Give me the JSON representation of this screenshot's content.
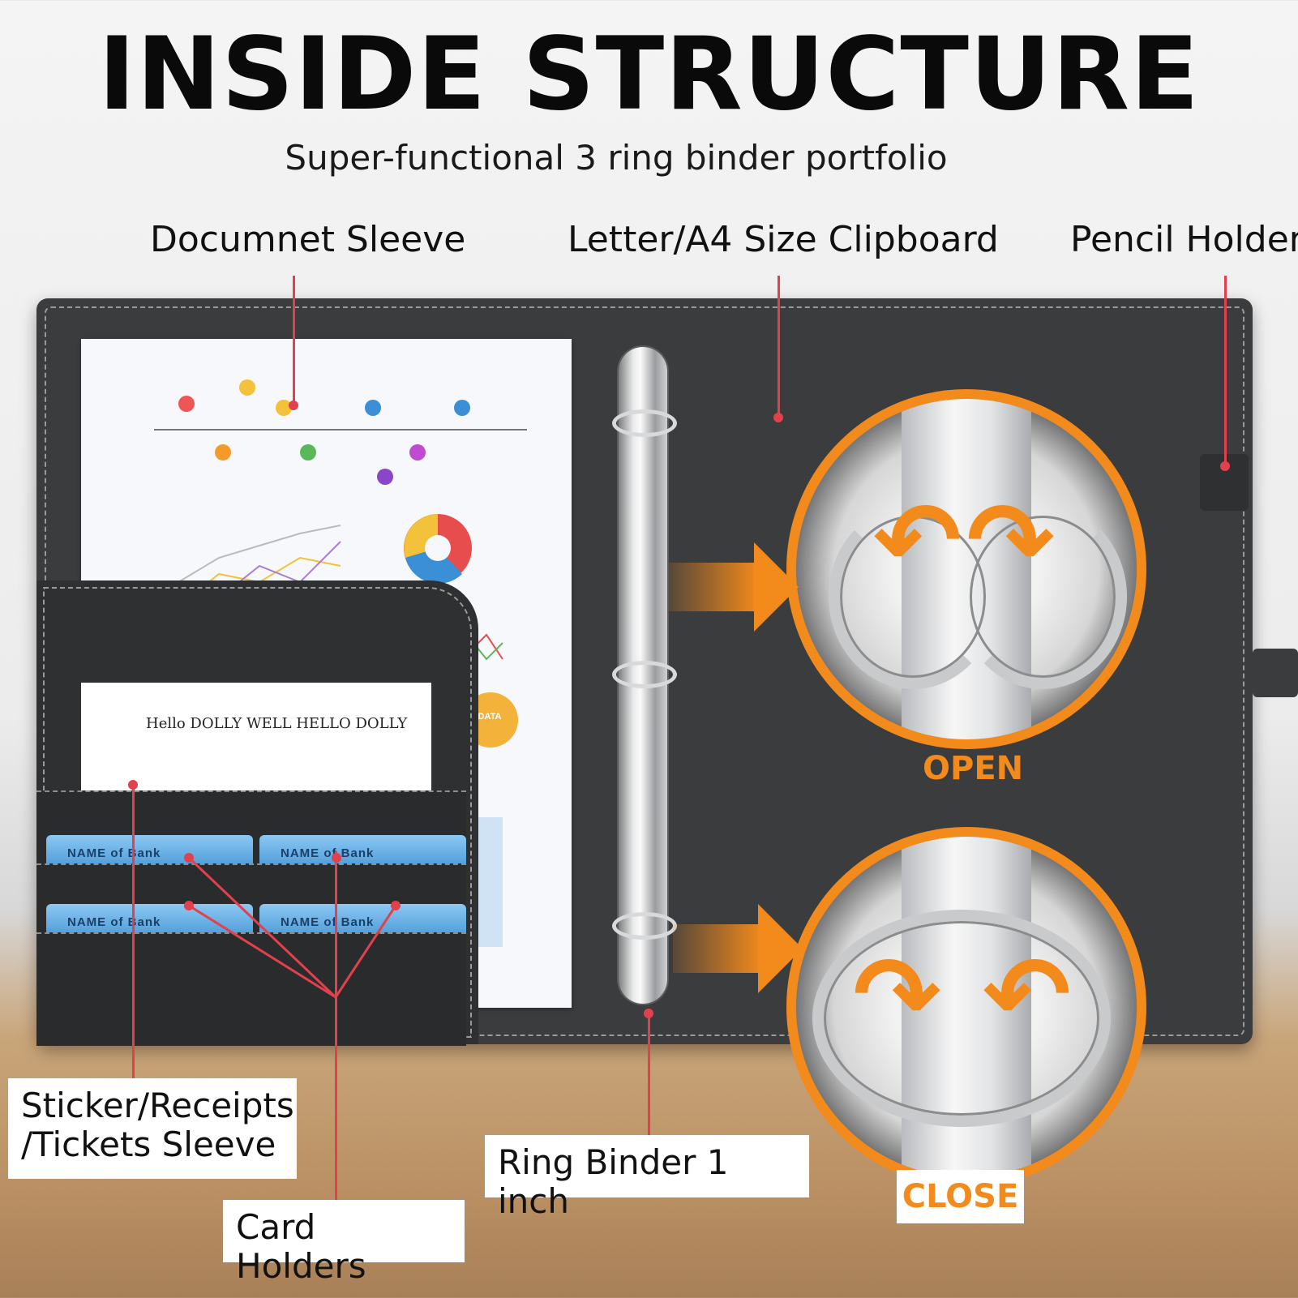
{
  "title": "INSIDE STRUCTURE",
  "subtitle": "Super-functional 3 ring binder portfolio",
  "labels": {
    "document_sleeve": "Documnet Sleeve",
    "clipboard": "Letter/A4 Size Clipboard",
    "pencil_holder": "Pencil Holder",
    "sticker_sleeve_line1": "Sticker/Receipts",
    "sticker_sleeve_line2": "/Tickets Sleeve",
    "card_holders": "Card Holders",
    "ring_binder": "Ring Binder 1 inch"
  },
  "ring_states": {
    "open": "OPEN",
    "close": "CLOSE"
  },
  "cards": [
    "NAME of Bank",
    "NAME of Bank",
    "NAME of Bank",
    "NAME of Bank"
  ],
  "note_text": "Hello DOLLY WELL HELLO DOLLY",
  "sheet_text": {
    "no_data": "NO DATA"
  },
  "colors": {
    "accent_orange": "#f28a1c",
    "leader_red": "#e2404d",
    "leather": "#3b3c3e"
  }
}
